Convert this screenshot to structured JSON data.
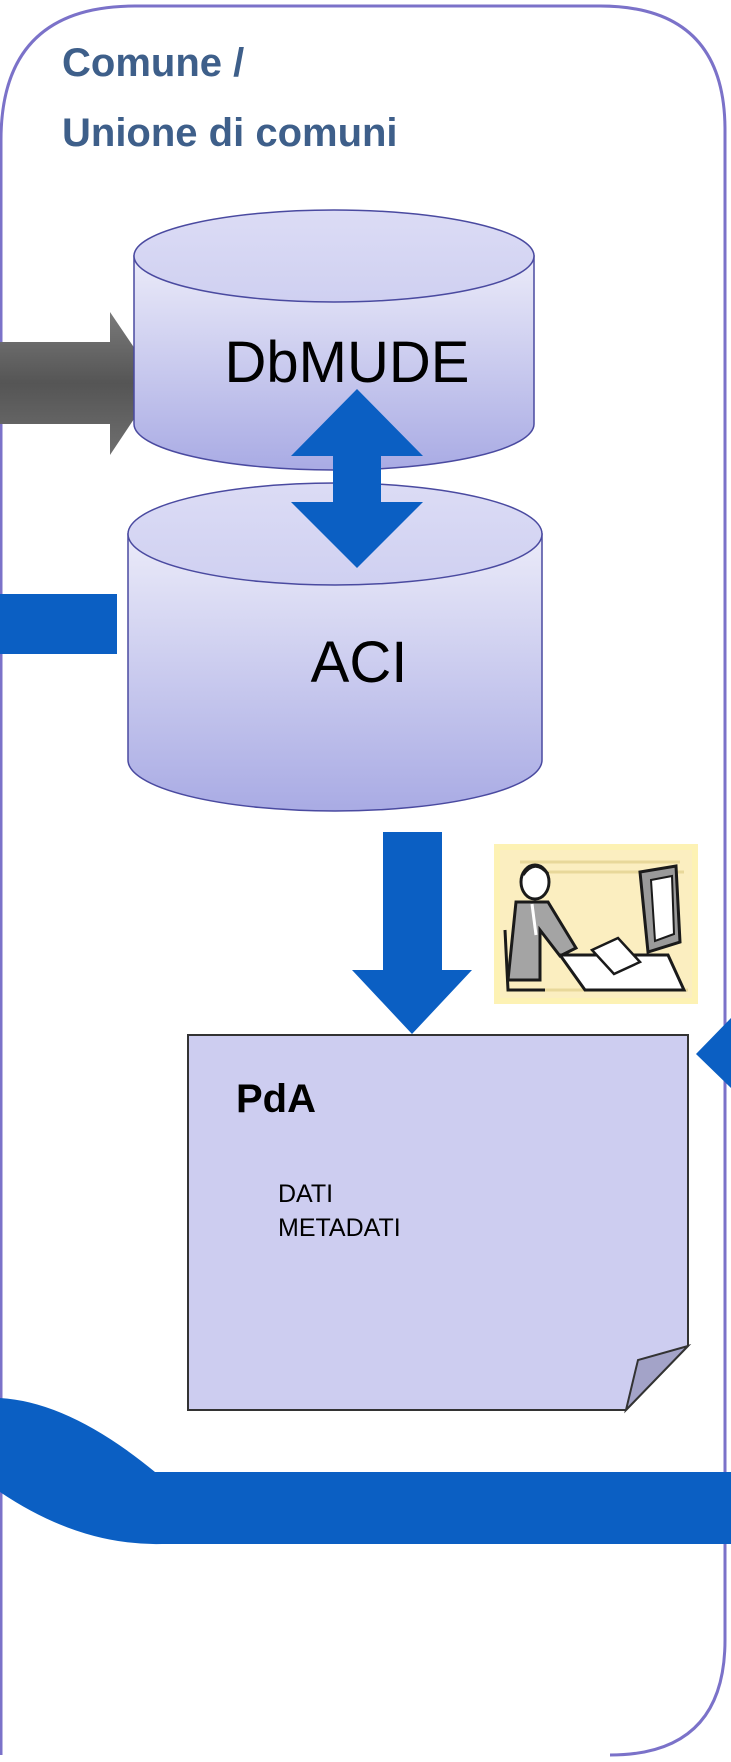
{
  "container": {
    "title_line1": "Comune /",
    "title_line2": "Unione di comuni"
  },
  "databases": {
    "top_label": "DbMUDE",
    "bottom_label": "ACI"
  },
  "document": {
    "title": "PdA",
    "line1": "DATI",
    "line2": "METADATI"
  },
  "clipart": {
    "icon": "person-at-computer-icon"
  },
  "colors": {
    "container_border": "#7b72c9",
    "title_text": "#3e5f8a",
    "cylinder_fill_top": "#e9e9f8",
    "cylinder_fill_bottom": "#aeb0e6",
    "blue_arrow": "#0b5fc3",
    "gray_arrow": "#5f5f5f",
    "document_fill": "#cdcdf0"
  }
}
